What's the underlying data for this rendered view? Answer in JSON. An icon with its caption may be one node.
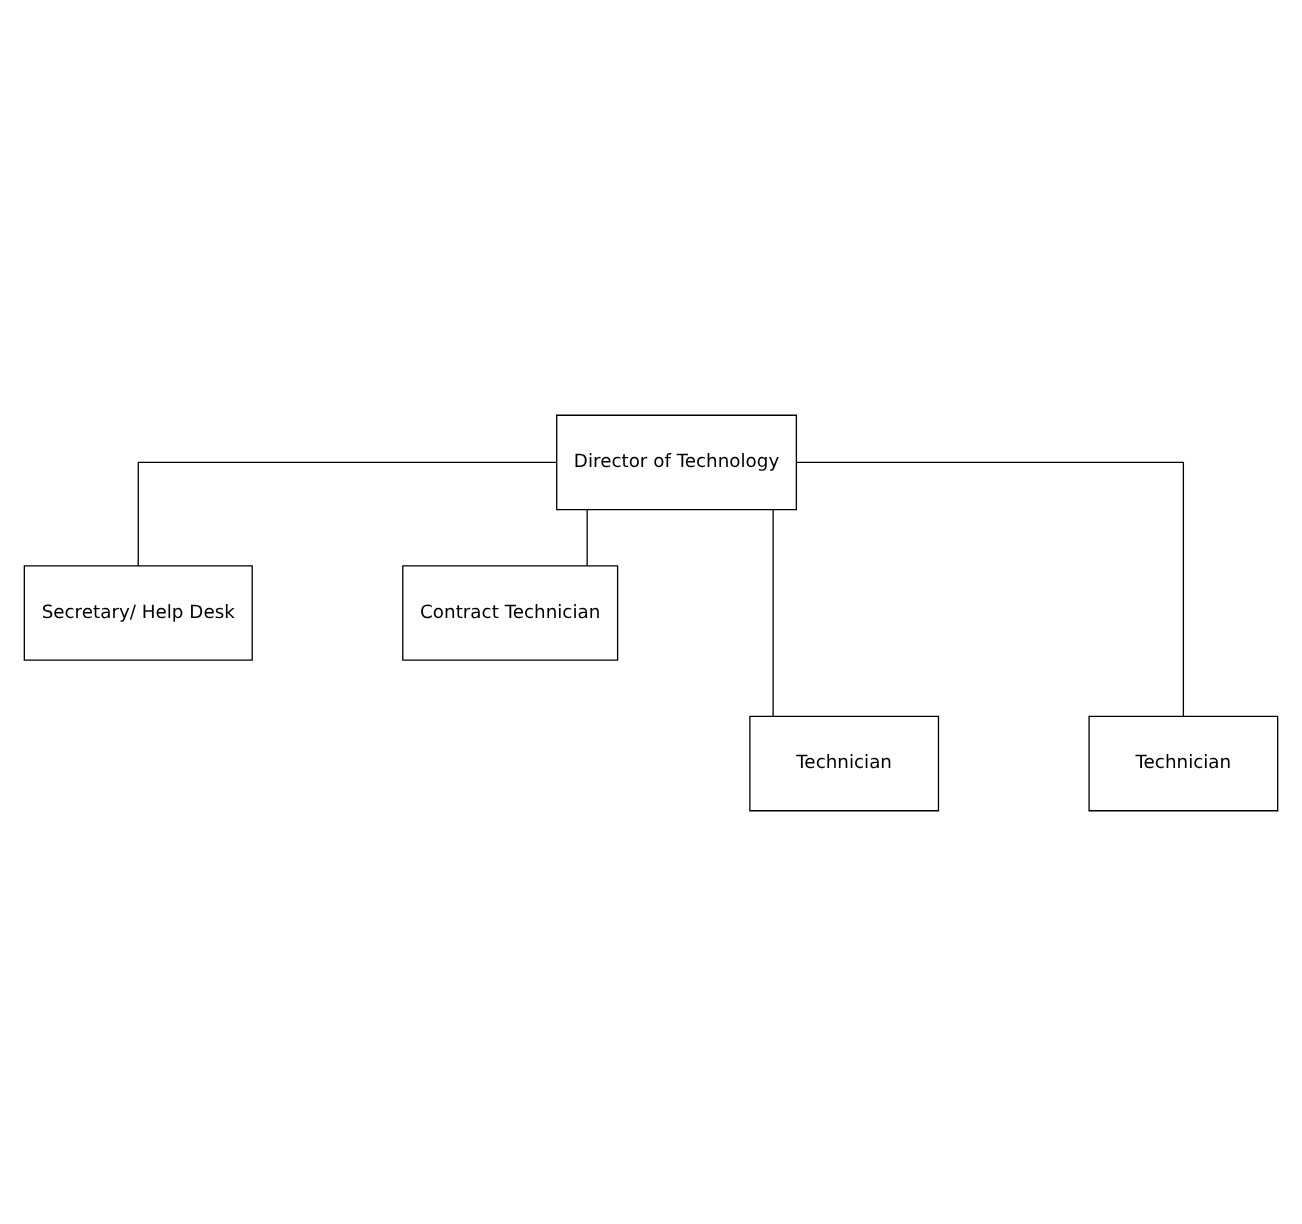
{
  "diagram": {
    "nodes": [
      {
        "text": [
          "Director of Technology"
        ]
      },
      {
        "text": [
          "Secretary/ Help Desk"
        ]
      },
      {
        "text": [
          "Contract Technician"
        ]
      },
      {
        "text": [
          "Technician"
        ]
      },
      {
        "text": [
          "Technician"
        ]
      }
    ],
    "edges": [
      {
        "from": 0,
        "to": 1,
        "arrow": "none"
      },
      {
        "from": 0,
        "to": 2,
        "arrow": "none"
      },
      {
        "from": 0,
        "to": 3,
        "arrow": "none"
      },
      {
        "from": 0,
        "to": 4,
        "arrow": "none"
      }
    ]
  }
}
